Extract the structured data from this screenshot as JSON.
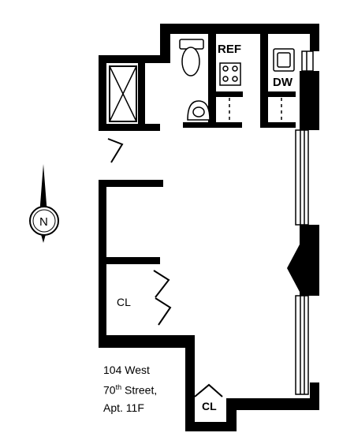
{
  "labels": {
    "refrigerator": "REF",
    "dishwasher": "DW",
    "closet_main": "CL",
    "closet_entry": "CL",
    "compass": "N"
  },
  "address": {
    "line1": "104 West",
    "line2_number": "70",
    "line2_suffix": "th",
    "line2_rest": " Street,",
    "line3": "Apt. 11F"
  }
}
